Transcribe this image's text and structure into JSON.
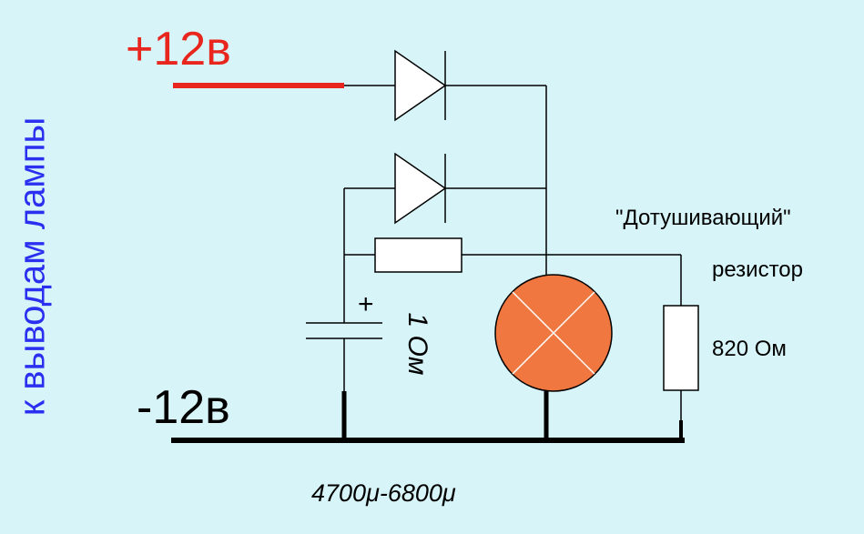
{
  "labels": {
    "side_caption": "к выводам лампы",
    "plus_supply": "+12в",
    "minus_supply": "-12в",
    "capacitor_value": "4700μ-6800μ",
    "capacitor_polarity": "+",
    "resistor1_value": "1 Ом",
    "resistor2_title": "\"Дотушивающий\"",
    "resistor2_subtitle": "резистор",
    "resistor2_value": "820 Ом"
  },
  "colors": {
    "background": "#d7f4f8",
    "positive_wire": "#e8261d",
    "lamp_fill": "#f0773f",
    "side_caption": "#2a2ff0"
  }
}
